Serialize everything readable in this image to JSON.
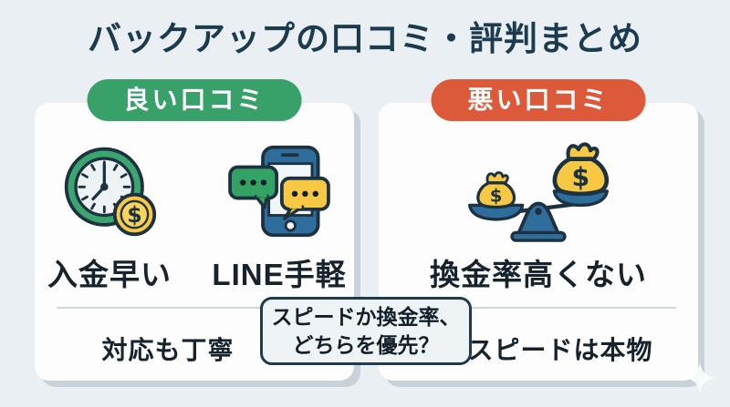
{
  "title": "バックアップの口コミ・評判まとめ",
  "good_card": {
    "badge": "良い口コミ",
    "items": [
      {
        "icon": "clock-coin-icon",
        "label": "入金早い"
      },
      {
        "icon": "phone-chat-icon",
        "label": "LINE手軽"
      }
    ],
    "footer": "対応も丁寧"
  },
  "bad_card": {
    "badge": "悪い口コミ",
    "items": [
      {
        "icon": "balance-scale-icon",
        "label": "換金率高くない"
      }
    ],
    "footer": "スピードは本物"
  },
  "center_bubble": {
    "line1": "スピードか換金率、",
    "line2": "どちらを優先？"
  },
  "colors": {
    "background": "#e9eff3",
    "card": "#fdfdfe",
    "card_shadow": "#c9d2d8",
    "good_accent": "#37a169",
    "bad_accent": "#dc5a39",
    "title_text": "#1c3b4e",
    "label_text": "#16222c",
    "icon_outline": "#1d3240",
    "icon_blue": "#2e6d9c",
    "icon_yellow": "#f6c844",
    "icon_green": "#3aa56e",
    "bubble_bg": "#eef3f6",
    "bubble_border": "#1e3a4c",
    "divider": "#ccd6dc"
  }
}
